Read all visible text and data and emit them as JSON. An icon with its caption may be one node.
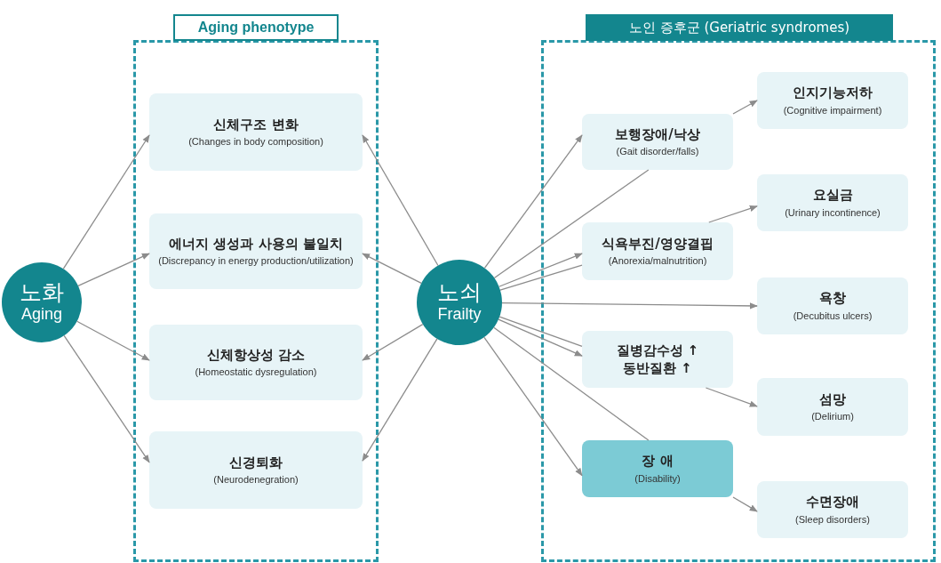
{
  "diagram": {
    "nodes": [
      {
        "text": [
          "노화",
          "Aging"
        ]
      },
      {
        "text": [
          "Aging phenotype"
        ]
      },
      {
        "text": [
          "신체구조 변화",
          "(Changes in body composition)"
        ],
        "in": 1
      },
      {
        "text": [
          "에너지 생성과 사용의 불일치",
          "(Discrepancy in energy production/utilization)"
        ],
        "in": 1
      },
      {
        "text": [
          "신체항상성 감소",
          "(Homeostatic dysregulation)"
        ],
        "in": 1
      },
      {
        "text": [
          "신경퇴화",
          "(Neurodenegration)"
        ],
        "in": 1
      },
      {
        "text": [
          "노쇠",
          "Frailty"
        ]
      },
      {
        "text": [
          "노인 증후군 (Geriatric syndromes)"
        ]
      },
      {
        "text": [
          "인지기능저하",
          "(Cognitive impairment)"
        ],
        "in": 7
      },
      {
        "text": [
          "보행장애/낙상",
          "(Gait disorder/falls)"
        ],
        "in": 7
      },
      {
        "text": [
          "요실금",
          "(Urinary incontinence)"
        ],
        "in": 7
      },
      {
        "text": [
          "식욕부진/영양결핍",
          "(Anorexia/malnutrition)"
        ],
        "in": 7
      },
      {
        "text": [
          "욕창",
          "(Decubitus ulcers)"
        ],
        "in": 7
      },
      {
        "text": [
          "질병감수성 ↑",
          "동반질환 ↑"
        ],
        "in": 7
      },
      {
        "text": [
          "섬망",
          "(Delirium)"
        ],
        "in": 7
      },
      {
        "text": [
          "장 애",
          "(Disability)"
        ],
        "in": 7
      },
      {
        "text": [
          "수면장애",
          "(Sleep disorders)"
        ],
        "in": 7
      }
    ],
    "edges": [
      {
        "from": 0,
        "to": 2,
        "arrow": "to"
      },
      {
        "from": 0,
        "to": 3,
        "arrow": "to"
      },
      {
        "from": 0,
        "to": 4,
        "arrow": "to"
      },
      {
        "from": 0,
        "to": 5,
        "arrow": "to"
      },
      {
        "from": 6,
        "to": 2,
        "arrow": "to"
      },
      {
        "from": 6,
        "to": 3,
        "arrow": "to"
      },
      {
        "from": 6,
        "to": 4,
        "arrow": "to"
      },
      {
        "from": 6,
        "to": 5,
        "arrow": "to"
      },
      {
        "from": 6,
        "to": 9,
        "arrow": "to"
      },
      {
        "from": 9,
        "to": 6,
        "arrow": "none"
      },
      {
        "from": 6,
        "to": 11,
        "arrow": "to"
      },
      {
        "from": 11,
        "to": 6,
        "arrow": "none"
      },
      {
        "from": 6,
        "to": 12,
        "arrow": "to"
      },
      {
        "from": 6,
        "to": 13,
        "arrow": "to"
      },
      {
        "from": 13,
        "to": 6,
        "arrow": "none"
      },
      {
        "from": 6,
        "to": 15,
        "arrow": "to"
      },
      {
        "from": 15,
        "to": 6,
        "arrow": "none"
      },
      {
        "from": 9,
        "to": 8,
        "arrow": "to"
      },
      {
        "from": 11,
        "to": 10,
        "arrow": "to"
      },
      {
        "from": 13,
        "to": 14,
        "arrow": "to"
      },
      {
        "from": 15,
        "to": 16,
        "arrow": "to"
      }
    ]
  }
}
